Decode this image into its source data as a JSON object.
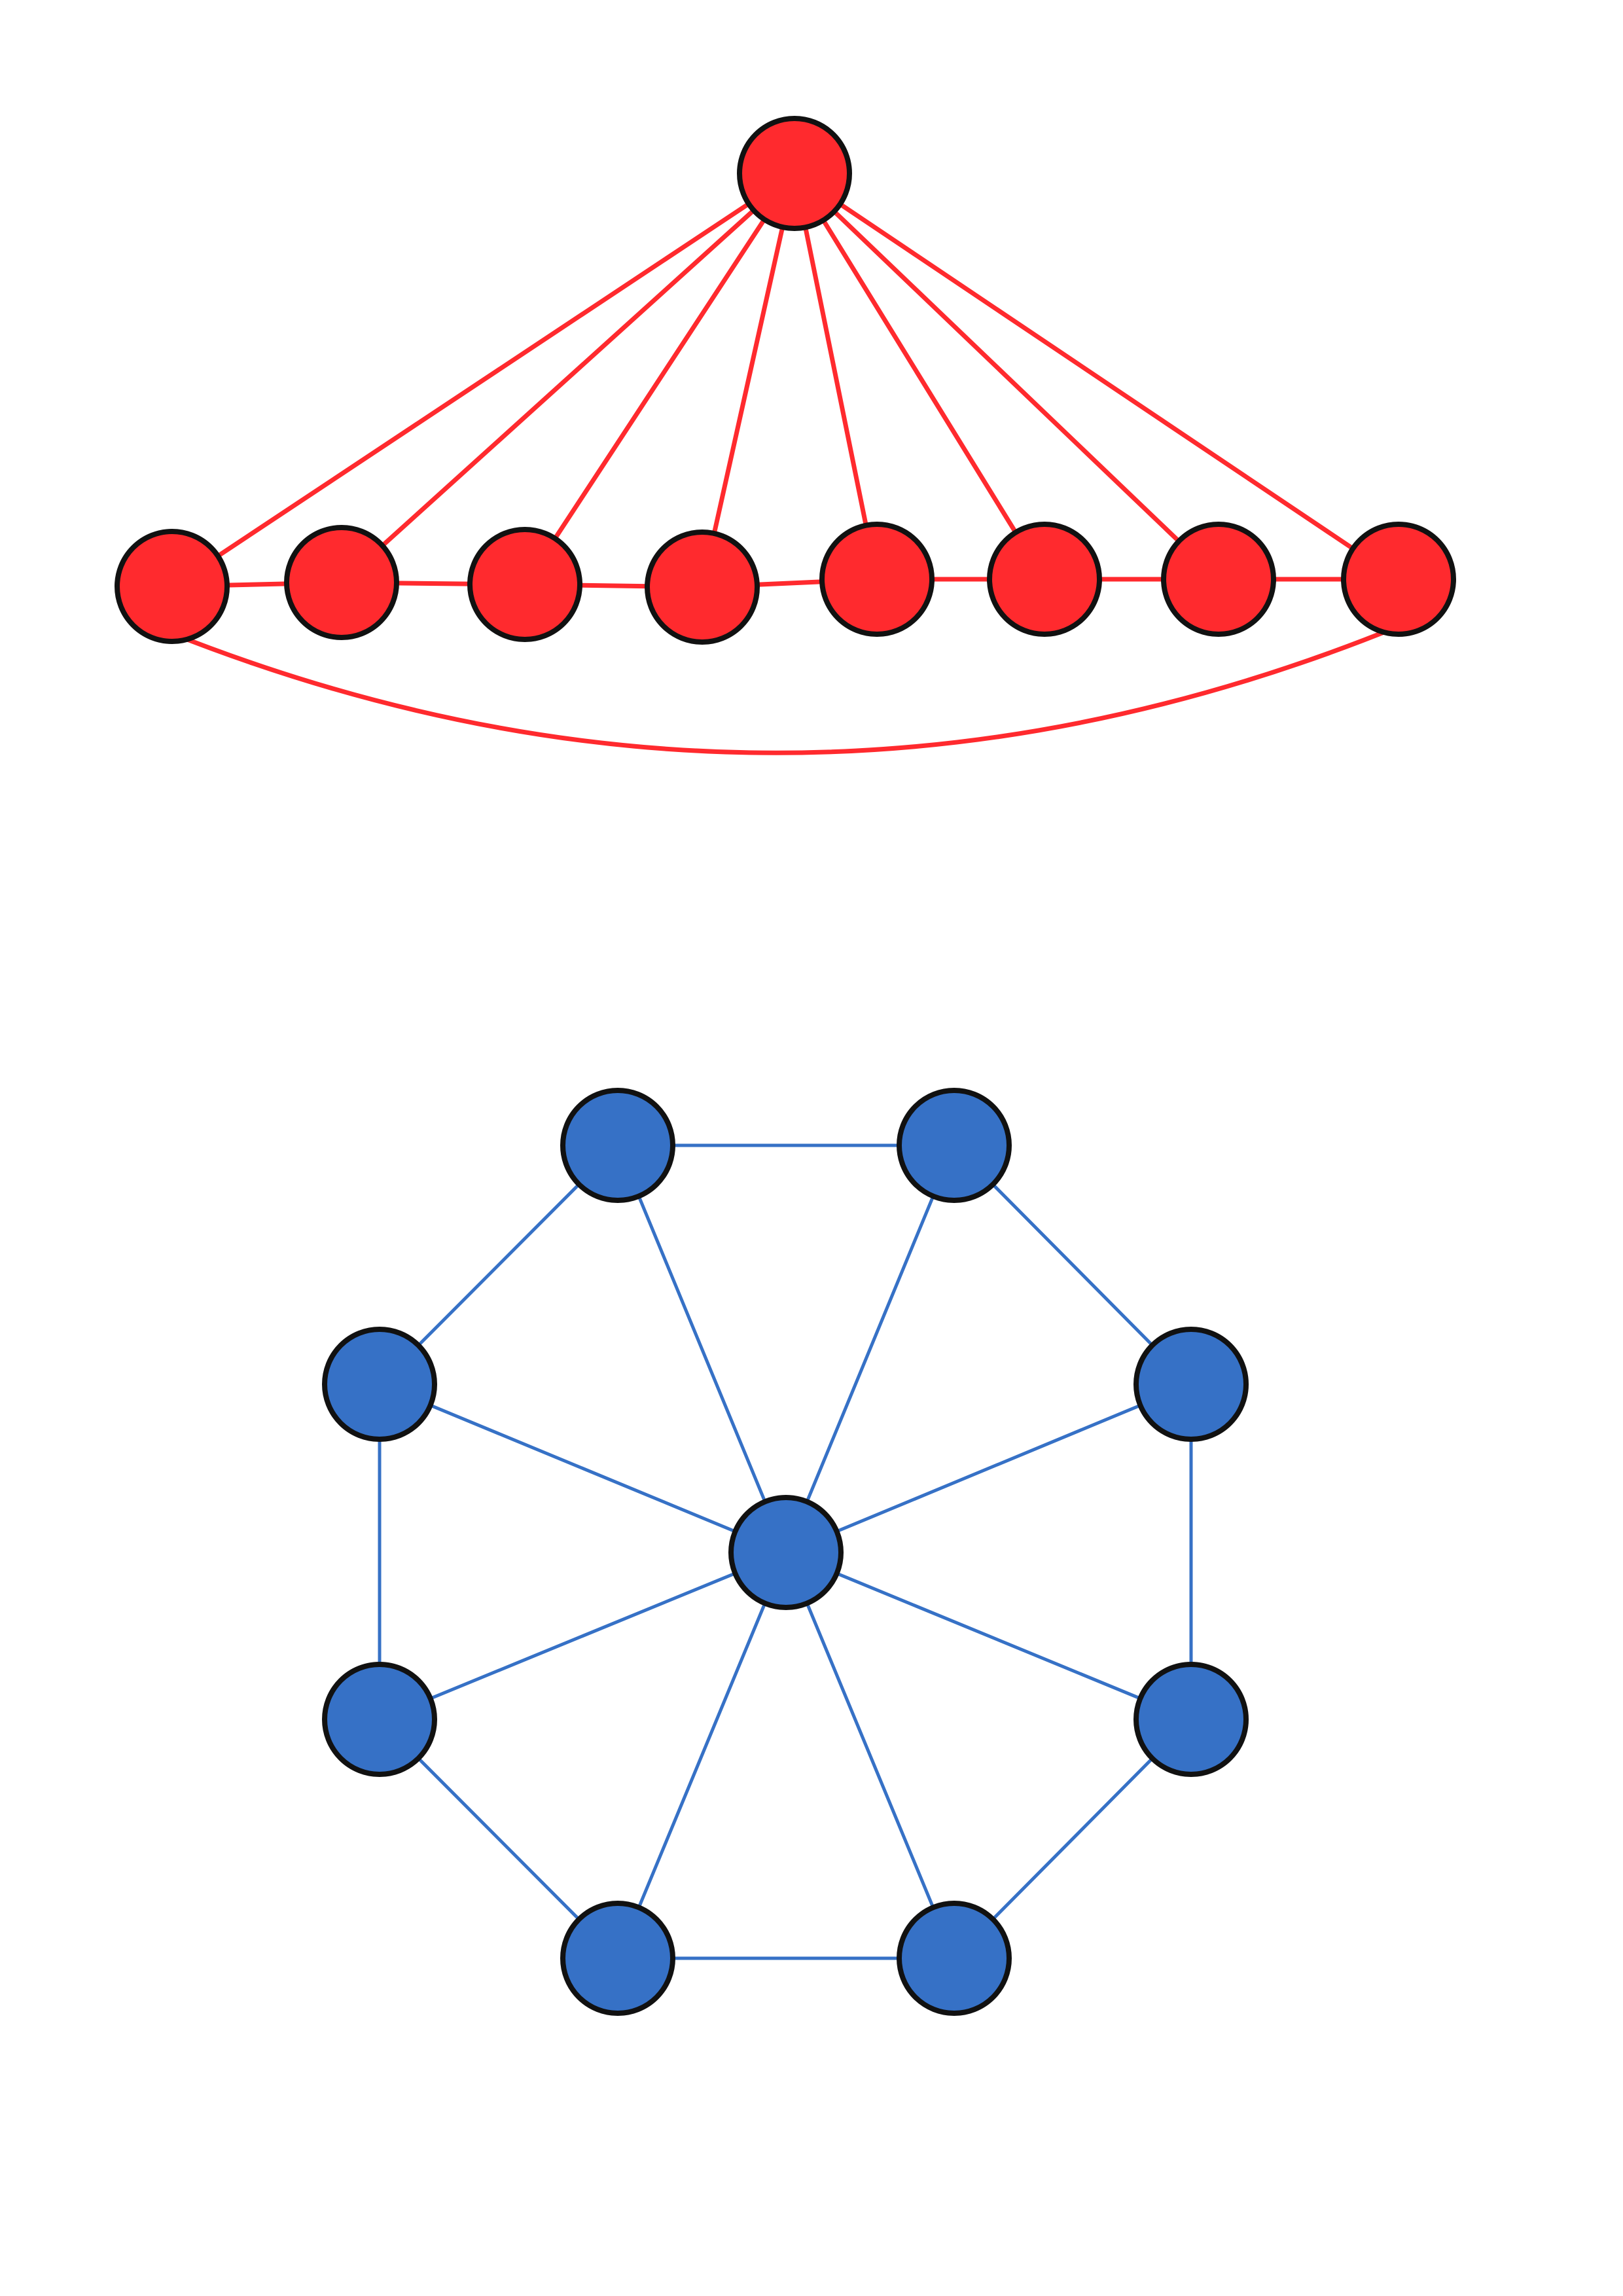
{
  "graphs": [
    {
      "id": "wheel-graph-red",
      "color": "#FF2A2E",
      "layout": "hub-above-path",
      "hub": "h",
      "nodes": [
        "h",
        "r1",
        "r2",
        "r3",
        "r4",
        "r5",
        "r6",
        "r7",
        "r8"
      ],
      "edges": [
        [
          "h",
          "r1"
        ],
        [
          "h",
          "r2"
        ],
        [
          "h",
          "r3"
        ],
        [
          "h",
          "r4"
        ],
        [
          "h",
          "r5"
        ],
        [
          "h",
          "r6"
        ],
        [
          "h",
          "r7"
        ],
        [
          "h",
          "r8"
        ],
        [
          "r1",
          "r2"
        ],
        [
          "r2",
          "r3"
        ],
        [
          "r3",
          "r4"
        ],
        [
          "r4",
          "r5"
        ],
        [
          "r5",
          "r6"
        ],
        [
          "r6",
          "r7"
        ],
        [
          "r7",
          "r8"
        ],
        [
          "r1",
          "r8"
        ]
      ]
    },
    {
      "id": "wheel-graph-blue",
      "color": "#3671C6",
      "layout": "hub-in-octagon",
      "hub": "c",
      "nodes": [
        "c",
        "b1",
        "b2",
        "b3",
        "b4",
        "b5",
        "b6",
        "b7",
        "b8"
      ],
      "edges": [
        [
          "c",
          "b1"
        ],
        [
          "c",
          "b2"
        ],
        [
          "c",
          "b3"
        ],
        [
          "c",
          "b4"
        ],
        [
          "c",
          "b5"
        ],
        [
          "c",
          "b6"
        ],
        [
          "c",
          "b7"
        ],
        [
          "c",
          "b8"
        ],
        [
          "b1",
          "b2"
        ],
        [
          "b2",
          "b3"
        ],
        [
          "b3",
          "b4"
        ],
        [
          "b4",
          "b5"
        ],
        [
          "b5",
          "b6"
        ],
        [
          "b6",
          "b7"
        ],
        [
          "b7",
          "b8"
        ],
        [
          "b8",
          "b1"
        ]
      ]
    }
  ],
  "node_outline_color": "#111111",
  "background_color": "#FFFFFF"
}
